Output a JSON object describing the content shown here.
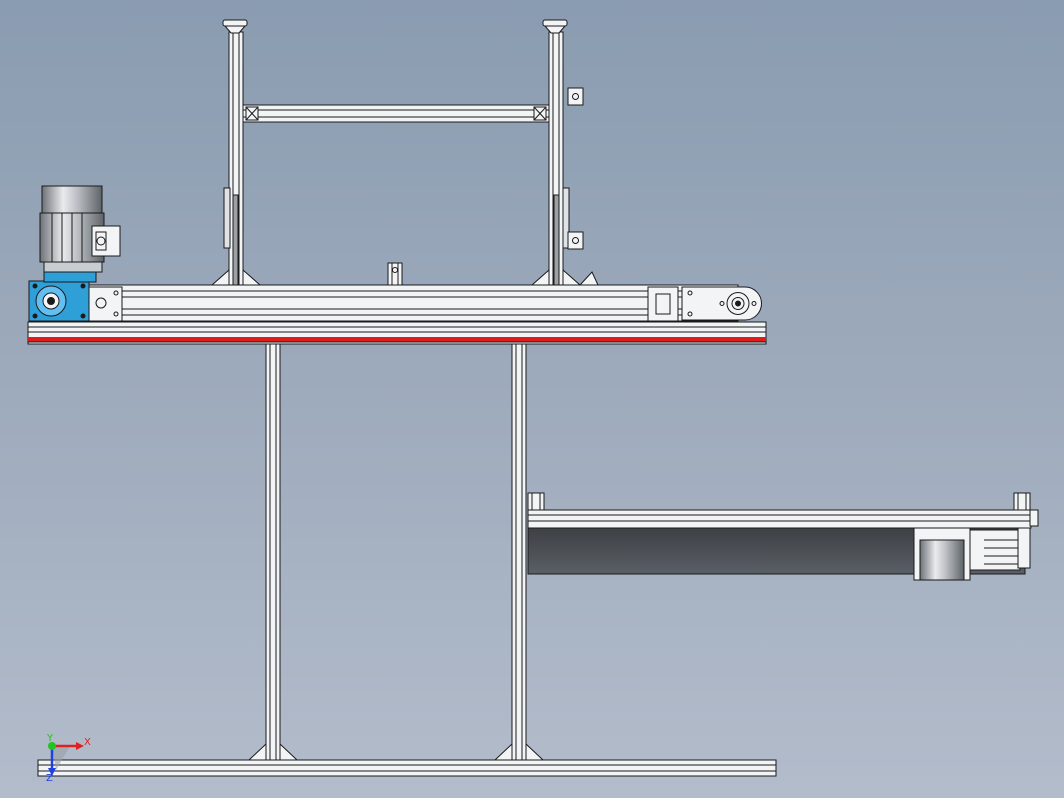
{
  "viewport": {
    "background_top": "#8a9cb1",
    "background_bottom": "#b3bccb"
  },
  "model": {
    "profile_color": "#f2f4f6",
    "outline_color": "#1a1a1a",
    "gearbox_color": "#2f9fd8",
    "belt_color": "#4c5156",
    "accent_stripe_color": "#e01b1b"
  },
  "triad": {
    "x_label": "X",
    "y_label": "Y",
    "z_label": "Z",
    "x_color": "#e02020",
    "y_color": "#22c422",
    "z_color": "#2040e0"
  }
}
